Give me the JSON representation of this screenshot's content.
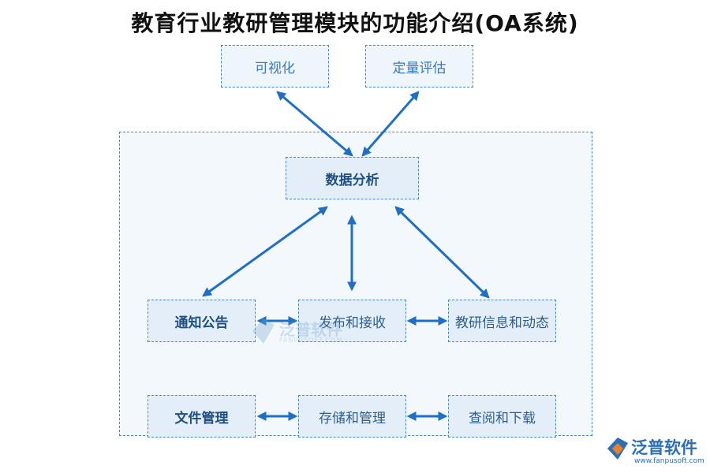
{
  "title": "教育行业教研管理模块的功能介绍(OA系统)",
  "nodes": {
    "visualization": "可视化",
    "quantitative_eval": "定量评估",
    "data_analysis": "数据分析",
    "notice": "通知公告",
    "publish_receive": "发布和接收",
    "research_info": "教研信息和动态",
    "file_management": "文件管理",
    "storage_management": "存储和管理",
    "query_download": "查阅和下载"
  },
  "watermark": {
    "brand": "泛普软件",
    "url": "FANPUSOFT.COM"
  },
  "logo": {
    "brand": "泛普软件",
    "url": "www.fanpusoft.com"
  },
  "colors": {
    "arrow": "#1f6fc5",
    "node_border": "#4a86c5",
    "node_fill": "#e3eef8",
    "panel_fill": "#f3f8fc"
  }
}
